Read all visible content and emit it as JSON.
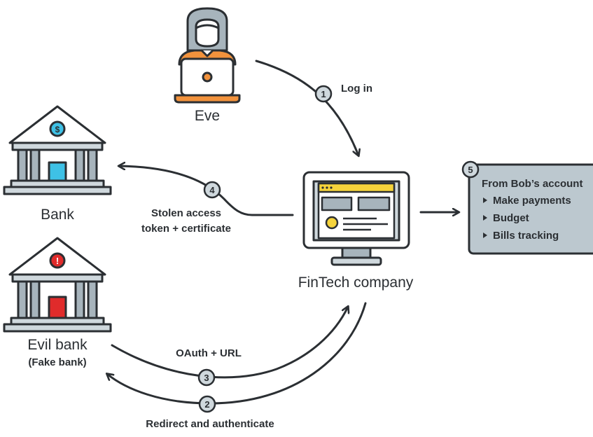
{
  "actors": {
    "eve": "Eve",
    "bank": "Bank",
    "evil_bank": "Evil bank",
    "evil_bank_sub": "(Fake bank)",
    "fintech": "FinTech company"
  },
  "steps": [
    {
      "number": "1",
      "label": "Log in"
    },
    {
      "number": "2",
      "label": "Redirect and authenticate"
    },
    {
      "number": "3",
      "label": "OAuth + URL"
    },
    {
      "number": "4",
      "label_line1": "Stolen access",
      "label_line2": "token + certificate"
    },
    {
      "number": "5"
    }
  ],
  "account_box": {
    "title": "From Bob’s account",
    "items": [
      "Make payments",
      "Budget",
      "Bills tracking"
    ]
  },
  "icons": {
    "bank_symbol": "$",
    "evil_bank_symbol": "!"
  },
  "colors": {
    "outline": "#2b2f33",
    "grey_fill": "#a7b4bc",
    "light_grey": "#cfd8dd",
    "orange": "#f2923c",
    "cyan": "#3ec1e6",
    "red": "#e02b2b",
    "yellow": "#f5d33b",
    "box_fill": "#bcc8cf"
  }
}
